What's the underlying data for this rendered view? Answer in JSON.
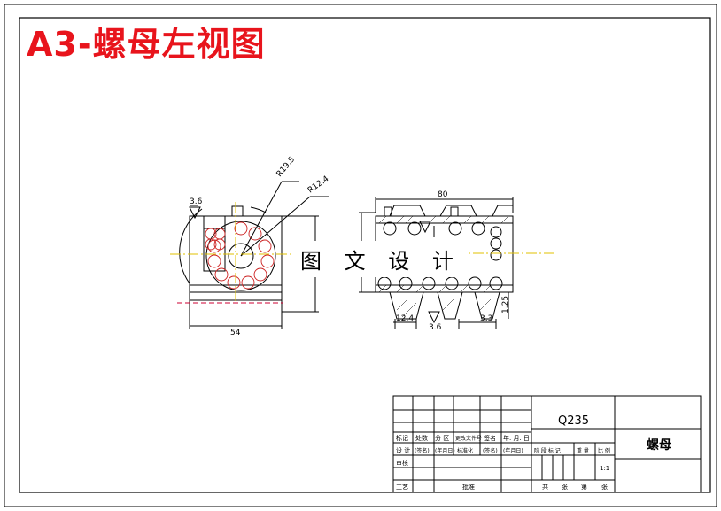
{
  "sheet": {
    "title": "A3-螺母左视图",
    "watermark": "图 文 设 计"
  },
  "left_view": {
    "dims": {
      "r1": "R19.5",
      "r2": "R12.4",
      "r3": "3.6",
      "width": "54"
    }
  },
  "front_view": {
    "dims": {
      "length": "80",
      "d1": "12.4",
      "d2": "3.6",
      "pitch": "3.3",
      "height": "1.25"
    }
  },
  "title_block": {
    "material": "Q235",
    "part_name": "螺母",
    "scale": "1:1",
    "row_headers": [
      "标记",
      "处数",
      "分 区",
      "更改文件号",
      "签名",
      "年. 月. 日"
    ],
    "design_row": [
      "设 计",
      "(签名)",
      "(年月日)",
      "标准化",
      "(签名)",
      "(年月日)"
    ],
    "left_labels": [
      "审核",
      "工艺"
    ],
    "approve": "批准",
    "stage_labels": [
      "阶 段 标 记",
      "重 量",
      "比 例"
    ],
    "sheet_labels": [
      "共",
      "张",
      "第",
      "张"
    ]
  },
  "colors": {
    "title": "#e8141c",
    "ball_outline": "#cc2222",
    "center_line": "#e0c000",
    "hidden_line": "#cc0033"
  }
}
